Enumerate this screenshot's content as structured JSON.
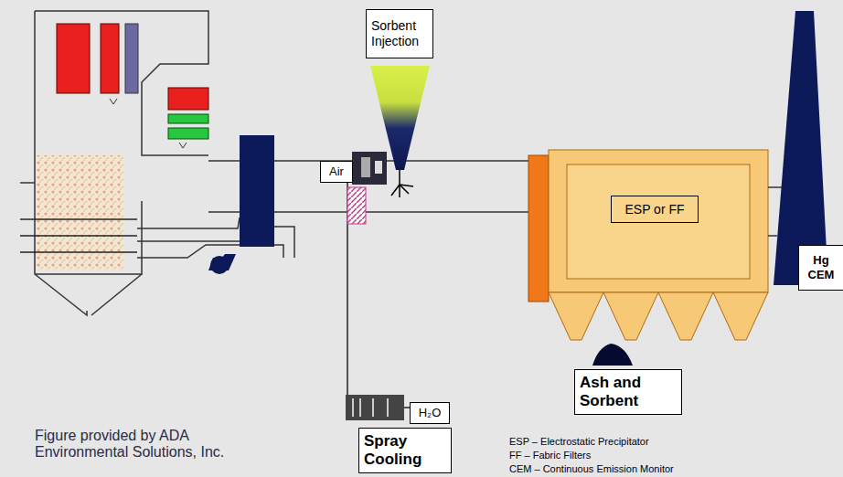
{
  "diagram": {
    "nodes": [
      {
        "text": [
          "Sorbent Injection"
        ]
      },
      {
        "text": [
          "Air"
        ]
      },
      {
        "text": [
          "H₂O"
        ]
      },
      {
        "text": [
          "Spray Cooling"
        ]
      },
      {
        "text": [
          "ESP or FF"
        ]
      },
      {
        "text": [
          "Ash and Sorbent"
        ]
      },
      {
        "text": [
          "Hg CEM"
        ]
      }
    ],
    "labels": [
      "Figure provided by ADA Environmental Solutions, Inc.",
      "ESP – Electrostatic Precipitator",
      "FF – Fabric Filters",
      "CEM – Continuous Emission Monitor"
    ]
  }
}
